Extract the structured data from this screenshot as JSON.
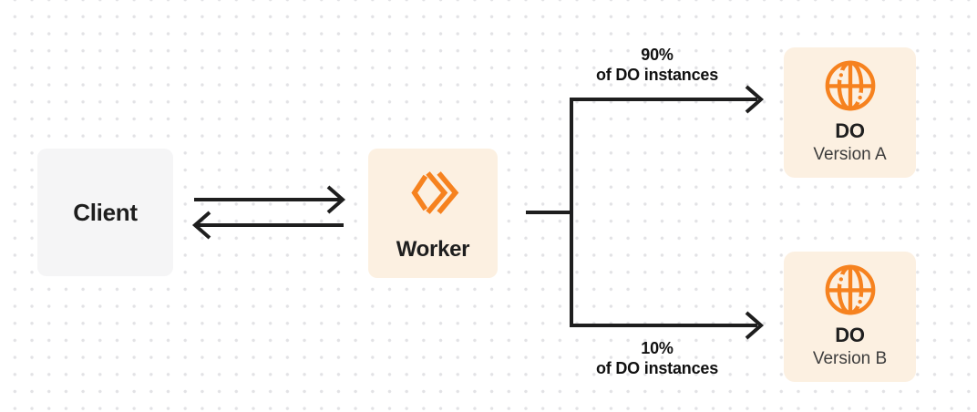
{
  "nodes": {
    "client": {
      "label": "Client"
    },
    "worker": {
      "label": "Worker",
      "icon": "workers-logo-icon"
    },
    "do_version_a": {
      "title": "DO",
      "subtitle": "Version A",
      "icon": "globe-icon"
    },
    "do_version_b": {
      "title": "DO",
      "subtitle": "Version B",
      "icon": "globe-icon"
    }
  },
  "edges": {
    "client_worker": {
      "style": "bidirectional-arrows"
    },
    "to_version_a": {
      "percent": "90%",
      "caption": "of DO instances"
    },
    "to_version_b": {
      "percent": "10%",
      "caption": "of DO instances"
    }
  },
  "colors": {
    "accent_orange": "#F6821F",
    "node_cream_bg": "#FCF0E1",
    "node_gray_bg": "#F5F5F6",
    "connector_line": "#1E1E1E",
    "text_dark": "#1E1E1E",
    "text_gray": "#3D3D3D",
    "dot_grid": "#E2E2E5",
    "background": "#FFFFFF"
  }
}
